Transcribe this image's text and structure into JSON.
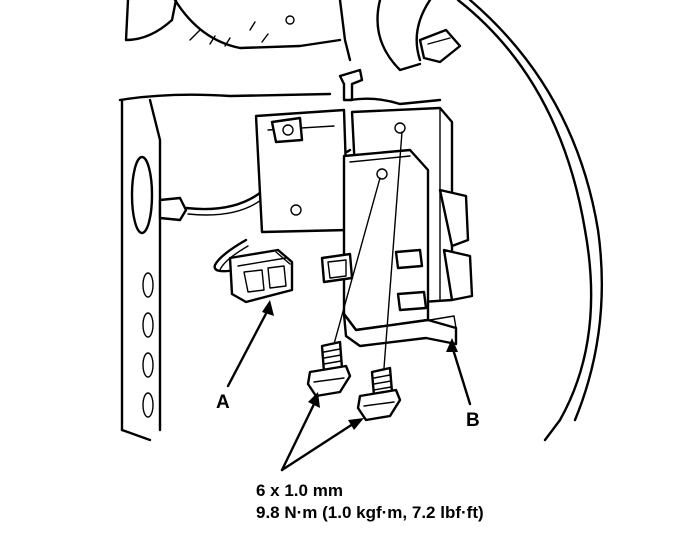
{
  "callouts": {
    "a": "A",
    "b": "B"
  },
  "spec": {
    "size": "6 x 1.0 mm",
    "torque": "9.8 N·m (1.0 kgf·m, 7.2 lbf·ft)"
  }
}
